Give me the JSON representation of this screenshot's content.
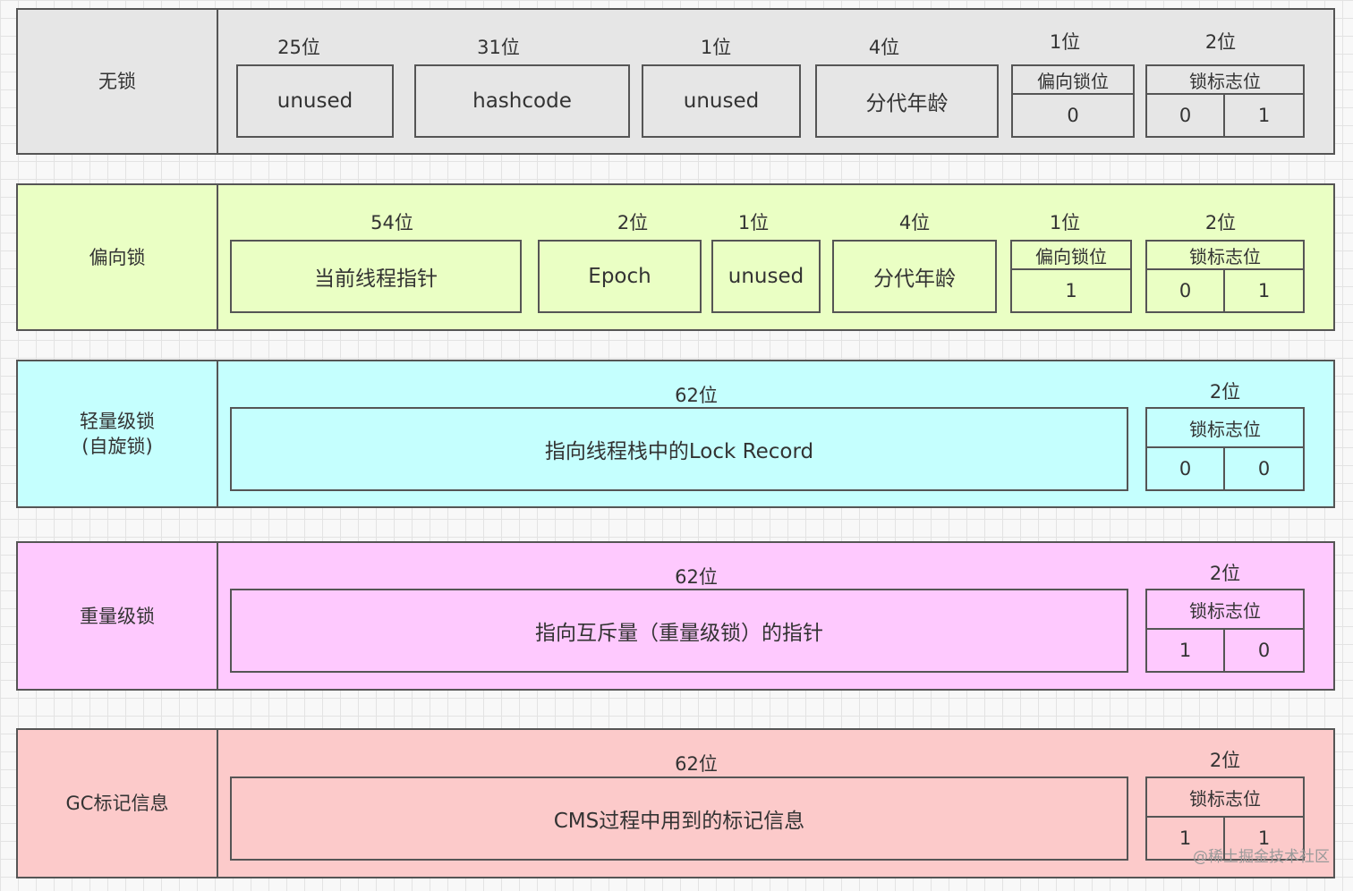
{
  "rows": {
    "nolock": {
      "label": "无锁",
      "color": "#e6e6e6",
      "f1": {
        "bits": "25位",
        "text": "unused"
      },
      "f2": {
        "bits": "31位",
        "text": "hashcode"
      },
      "f3": {
        "bits": "1位",
        "text": "unused"
      },
      "f4": {
        "bits": "4位",
        "text": "分代年龄"
      },
      "biased": {
        "bits": "1位",
        "title": "偏向锁位",
        "value": "0"
      },
      "flag": {
        "bits": "2位",
        "title": "锁标志位",
        "v1": "0",
        "v2": "1"
      }
    },
    "biased": {
      "label": "偏向锁",
      "color": "#eaffc4",
      "f1": {
        "bits": "54位",
        "text": "当前线程指针"
      },
      "f2": {
        "bits": "2位",
        "text": "Epoch"
      },
      "f3": {
        "bits": "1位",
        "text": "unused"
      },
      "f4": {
        "bits": "4位",
        "text": "分代年龄"
      },
      "biased": {
        "bits": "1位",
        "title": "偏向锁位",
        "value": "1"
      },
      "flag": {
        "bits": "2位",
        "title": "锁标志位",
        "v1": "0",
        "v2": "1"
      }
    },
    "light": {
      "label": "轻量级锁\n(自旋锁)",
      "color": "#c5fffe",
      "f1": {
        "bits": "62位",
        "text": "指向线程栈中的Lock Record"
      },
      "flag": {
        "bits": "2位",
        "title": "锁标志位",
        "v1": "0",
        "v2": "0"
      }
    },
    "heavy": {
      "label": "重量级锁",
      "color": "#fec9fe",
      "f1": {
        "bits": "62位",
        "text": "指向互斥量（重量级锁）的指针"
      },
      "flag": {
        "bits": "2位",
        "title": "锁标志位",
        "v1": "1",
        "v2": "0"
      }
    },
    "gc": {
      "label": "GC标记信息",
      "color": "#fccaca",
      "f1": {
        "bits": "62位",
        "text": "CMS过程中用到的标记信息"
      },
      "flag": {
        "bits": "2位",
        "title": "锁标志位",
        "v1": "1",
        "v2": "1"
      }
    }
  },
  "watermark": "@稀土掘金技术社区"
}
